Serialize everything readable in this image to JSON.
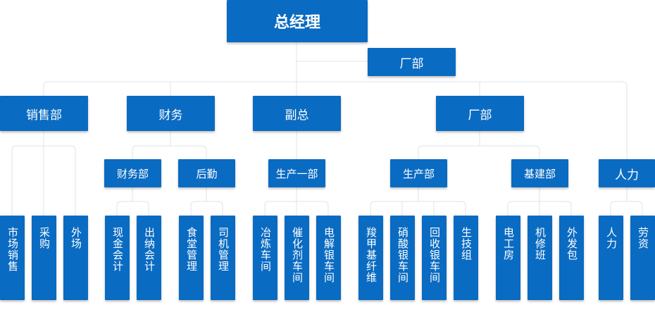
{
  "org_chart": {
    "root": "总经理",
    "root_side": "厂部",
    "level1": [
      "销售部",
      "财务",
      "副总",
      "厂部",
      "人力"
    ],
    "level2": [
      "财务部",
      "后勤",
      "生产一部",
      "生产部",
      "基建部"
    ],
    "leaves": [
      "市场销售",
      "采购",
      "外场",
      "现金会计",
      "出纳会计",
      "食堂管理",
      "司机管理",
      "冶炼车间",
      "催化剂车间",
      "电解银车间",
      "羧甲基纤维",
      "硝酸银车间",
      "回收银车间",
      "生技组",
      "电工房",
      "机修班",
      "外发包",
      "人力",
      "劳资"
    ]
  }
}
